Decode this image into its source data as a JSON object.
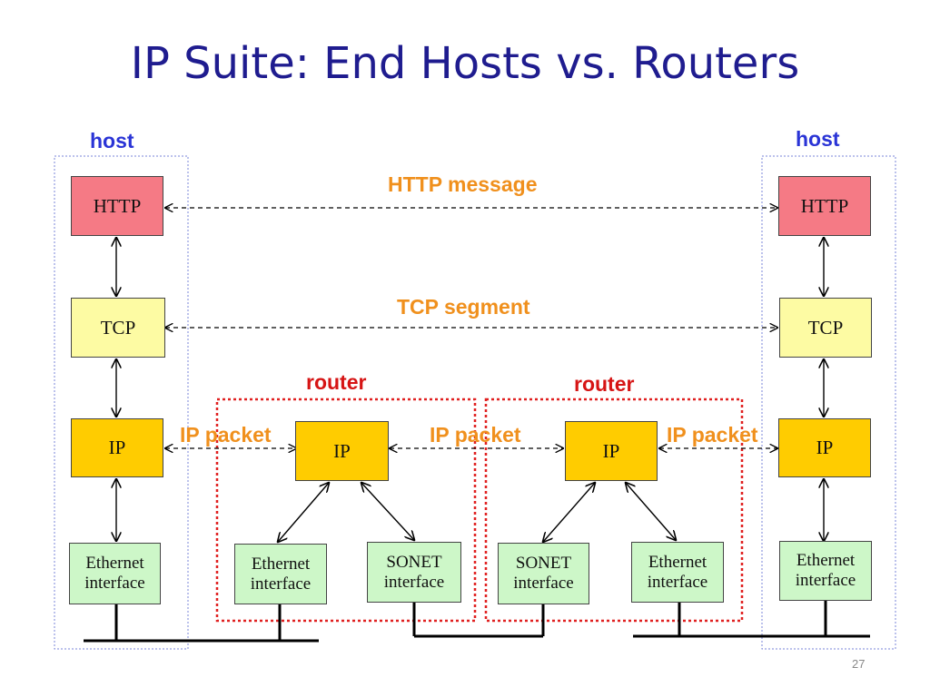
{
  "title": "IP Suite: End Hosts vs. Routers",
  "labels": {
    "host_left": "host",
    "host_right": "host",
    "router_left": "router",
    "router_right": "router",
    "http_message": "HTTP message",
    "tcp_segment": "TCP segment",
    "ip_packet_1": "IP packet",
    "ip_packet_2": "IP packet",
    "ip_packet_3": "IP packet"
  },
  "left_host": {
    "http": "HTTP",
    "tcp": "TCP",
    "ip": "IP",
    "iface_line1": "Ethernet",
    "iface_line2": "interface"
  },
  "router1": {
    "ip": "IP",
    "iface_left_line1": "Ethernet",
    "iface_left_line2": "interface",
    "iface_right_line1": "SONET",
    "iface_right_line2": "interface"
  },
  "router2": {
    "ip": "IP",
    "iface_left_line1": "SONET",
    "iface_left_line2": "interface",
    "iface_right_line1": "Ethernet",
    "iface_right_line2": "interface"
  },
  "right_host": {
    "http": "HTTP",
    "tcp": "TCP",
    "ip": "IP",
    "iface_line1": "Ethernet",
    "iface_line2": "interface"
  },
  "page_number": "27",
  "colors": {
    "title": "#1f1c8f",
    "host_label": "#2a34d6",
    "router_label": "#d61414",
    "message_label": "#f0901d",
    "http_box": "#f57a85",
    "tcp_box": "#fdfba3",
    "ip_box": "#ffcc00",
    "interface_box": "#cdf7c8",
    "host_border": "#7a86d8",
    "router_border": "#e02020"
  }
}
